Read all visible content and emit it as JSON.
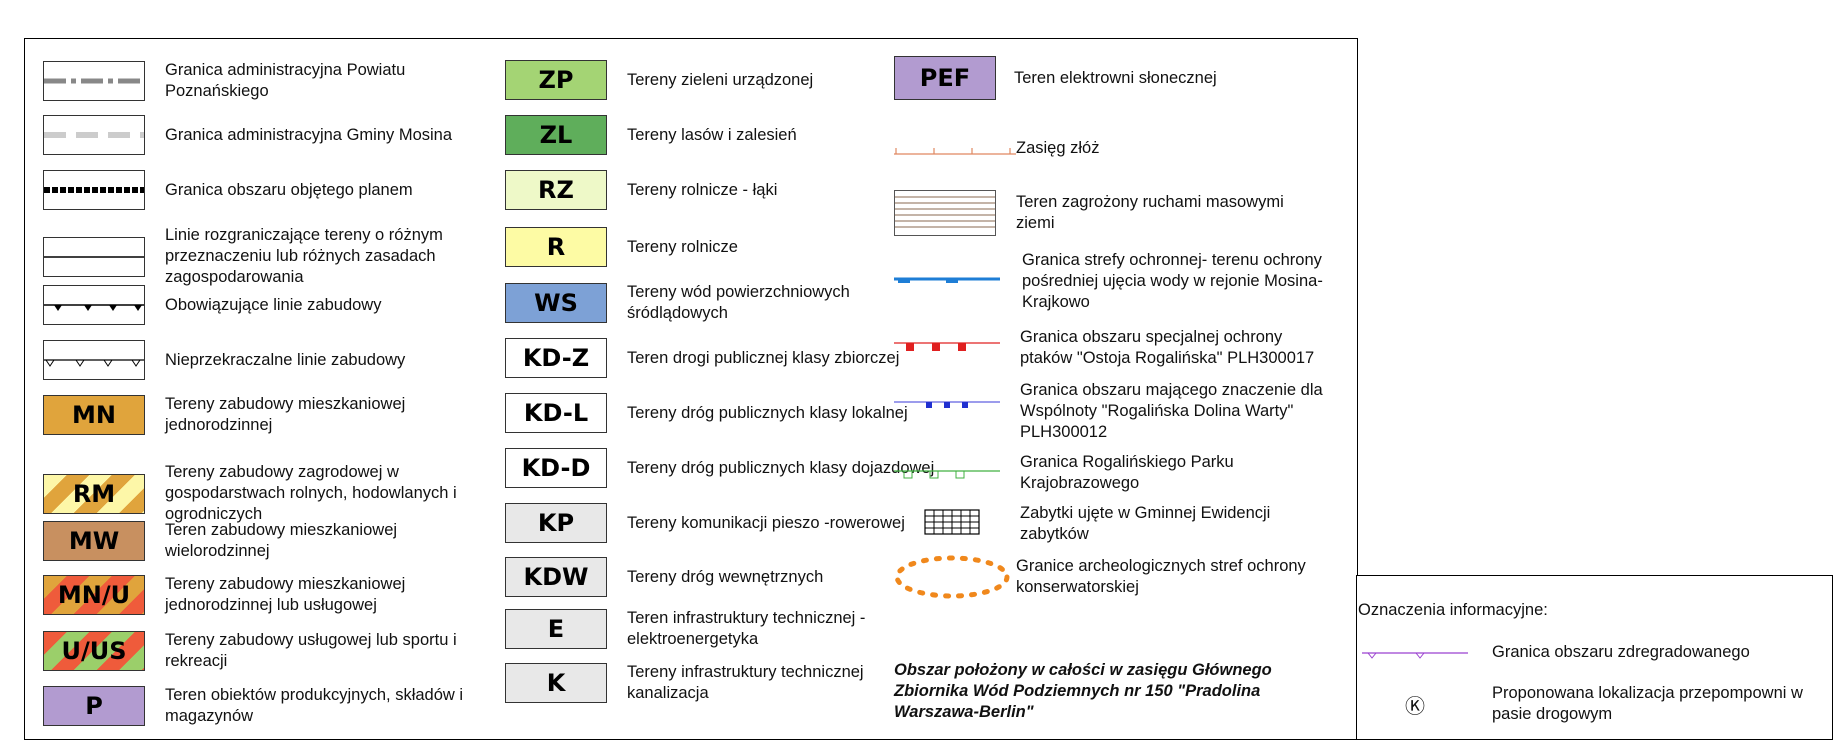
{
  "legend": {
    "col1": [
      {
        "id": "admin-powiat",
        "label": "Granica administracyjna Powiatu Poznańskiego"
      },
      {
        "id": "admin-gmina",
        "label": "Granica administracyjna Gminy Mosina"
      },
      {
        "id": "plan-boundary",
        "label": "Granica obszaru objętego planem"
      },
      {
        "id": "dividing-lines",
        "label": "Linie rozgraniczające tereny o różnym przeznaczeniu lub różnych zasadach zagospodarowania"
      },
      {
        "id": "mandatory-building",
        "label": "Obowiązujące linie zabudowy"
      },
      {
        "id": "non-exceed-building",
        "label": "Nieprzekraczalne linie zabudowy"
      },
      {
        "id": "MN",
        "code": "MN",
        "label": "Tereny zabudowy mieszkaniowej jednorodzinnej",
        "color": "#e0a43c"
      },
      {
        "id": "RM",
        "code": "RM",
        "label": "Tereny zabudowy zagrodowej w gospodarstwach rolnych, hodowlanych i ogrodniczych",
        "color": "#e0a43c",
        "color2": "#fdf7a8"
      },
      {
        "id": "MW",
        "code": "MW",
        "label": "Teren zabudowy mieszkaniowej wielorodzinnej",
        "color": "#c89060"
      },
      {
        "id": "MN-U",
        "code": "MN/U",
        "label": "Tereny zabudowy mieszkaniowej jednorodzinnej lub usługowej",
        "color": "#e0a43c",
        "color2": "#ef5b3b"
      },
      {
        "id": "U-US",
        "code": "U/US",
        "label": "Tereny zabudowy usługowej lub sportu i rekreacji",
        "color": "#ef5b3b",
        "color2": "#9bcf6a"
      },
      {
        "id": "P",
        "code": "P",
        "label": "Teren obiektów produkcyjnych, składów i magazynów",
        "color": "#b29bd0"
      }
    ],
    "col2": [
      {
        "id": "ZP",
        "code": "ZP",
        "label": "Tereny zieleni urządzonej",
        "color": "#a4d474"
      },
      {
        "id": "ZL",
        "code": "ZL",
        "label": "Tereny lasów i zalesień",
        "color": "#5fae5b"
      },
      {
        "id": "RZ",
        "code": "RZ",
        "label": "Tereny rolnicze - łąki",
        "color": "#eef9c8"
      },
      {
        "id": "R",
        "code": "R",
        "label": "Tereny rolnicze",
        "color": "#fdfba4"
      },
      {
        "id": "WS",
        "code": "WS",
        "label": "Tereny wód powierzchniowych śródlądowych",
        "color": "#7da1d6"
      },
      {
        "id": "KD-Z",
        "code": "KD-Z",
        "label": "Teren drogi publicznej klasy zbiorczej",
        "color": "#ffffff"
      },
      {
        "id": "KD-L",
        "code": "KD-L",
        "label": "Tereny dróg publicznych klasy lokalnej",
        "color": "#ffffff"
      },
      {
        "id": "KD-D",
        "code": "KD-D",
        "label": "Tereny dróg publicznych klasy dojazdowej",
        "color": "#ffffff"
      },
      {
        "id": "KP",
        "code": "KP",
        "label": "Tereny komunikacji  pieszo -rowerowej",
        "color": "#e8e8e8"
      },
      {
        "id": "KDW",
        "code": "KDW",
        "label": "Tereny dróg wewnętrznych",
        "color": "#e8e8e8"
      },
      {
        "id": "E",
        "code": "E",
        "label": "Teren infrastruktury technicznej - elektroenergetyka",
        "color": "#e8e8e8"
      },
      {
        "id": "K",
        "code": "K",
        "label": "Tereny infrastruktury technicznej kanalizacja",
        "color": "#e8e8e8"
      }
    ],
    "col3": [
      {
        "id": "PEF",
        "code": "PEF",
        "label": "Teren elektrowni słonecznej",
        "color": "#b29bd0"
      },
      {
        "id": "deposit",
        "label": "Zasięg złóż",
        "color": "#e08860"
      },
      {
        "id": "mass-movement",
        "label": "Teren zagrożony ruchami masowymi ziemi",
        "color": "#8a6a50"
      },
      {
        "id": "water-protection",
        "label": "Granica strefy ochronnej- terenu ochrony pośredniej ujęcia wody  w rejonie Mosina-Krajkowo",
        "color": "#1e7ed6"
      },
      {
        "id": "birds",
        "label": "Granica obszaru specjalnej ochrony ptaków \"Ostoja Rogalińska\" PLH300017",
        "color": "#e02020"
      },
      {
        "id": "community",
        "label": "Granica obszaru mającego znaczenie dla Wspólnoty \"Rogalińska Dolina Warty\" PLH300012",
        "color": "#2030d0"
      },
      {
        "id": "park",
        "label": "Granica Rogalińskiego Parku Krajobrazowego",
        "color": "#40b040"
      },
      {
        "id": "monuments",
        "label": "Zabytki ujęte w  Gminnej Ewidencji zabytków"
      },
      {
        "id": "archaeology",
        "label": "Granice archeologicznych stref ochrony konserwatorskiej",
        "color": "#f0881c"
      }
    ],
    "note": "Obszar położony w całości w zasięgu Głównego Zbiornika Wód Podziemnych nr 150 \"Pradolina Warszawa-Berlin\""
  },
  "info": {
    "title": "Oznaczenia informacyjne:",
    "items": [
      {
        "id": "degraded",
        "label": "Granica obszaru zdregradowanego",
        "color": "#9a40d0"
      },
      {
        "id": "pump",
        "symbol": "Ⓚ",
        "label": "Proponowana lokalizacja przepompowni w pasie drogowym"
      }
    ]
  }
}
